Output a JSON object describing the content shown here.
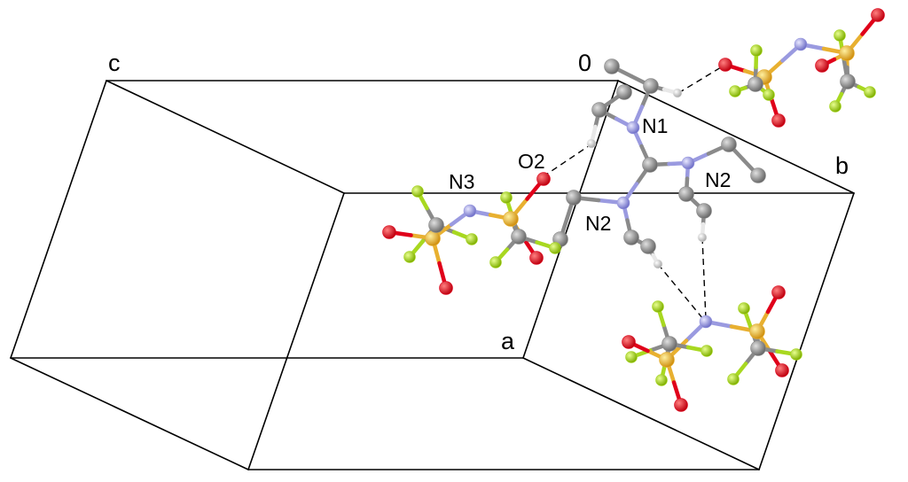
{
  "axes": {
    "origin": "0",
    "a": "a",
    "b": "b",
    "c": "c"
  },
  "atom_labels": {
    "n1": "N1",
    "n2_right": "N2",
    "n2_lower": "N2",
    "n3": "N3",
    "o2": "O2"
  },
  "colors": {
    "carbon": "#8a8a8a",
    "nitrogen": "#9a9ae0",
    "oxygen": "#e0001a",
    "sulfur": "#e8b030",
    "fluorine": "#a8d820",
    "hydrogen": "#e8e8e8",
    "cell_edge": "#000000",
    "hydrogen_bond": "#000000"
  }
}
